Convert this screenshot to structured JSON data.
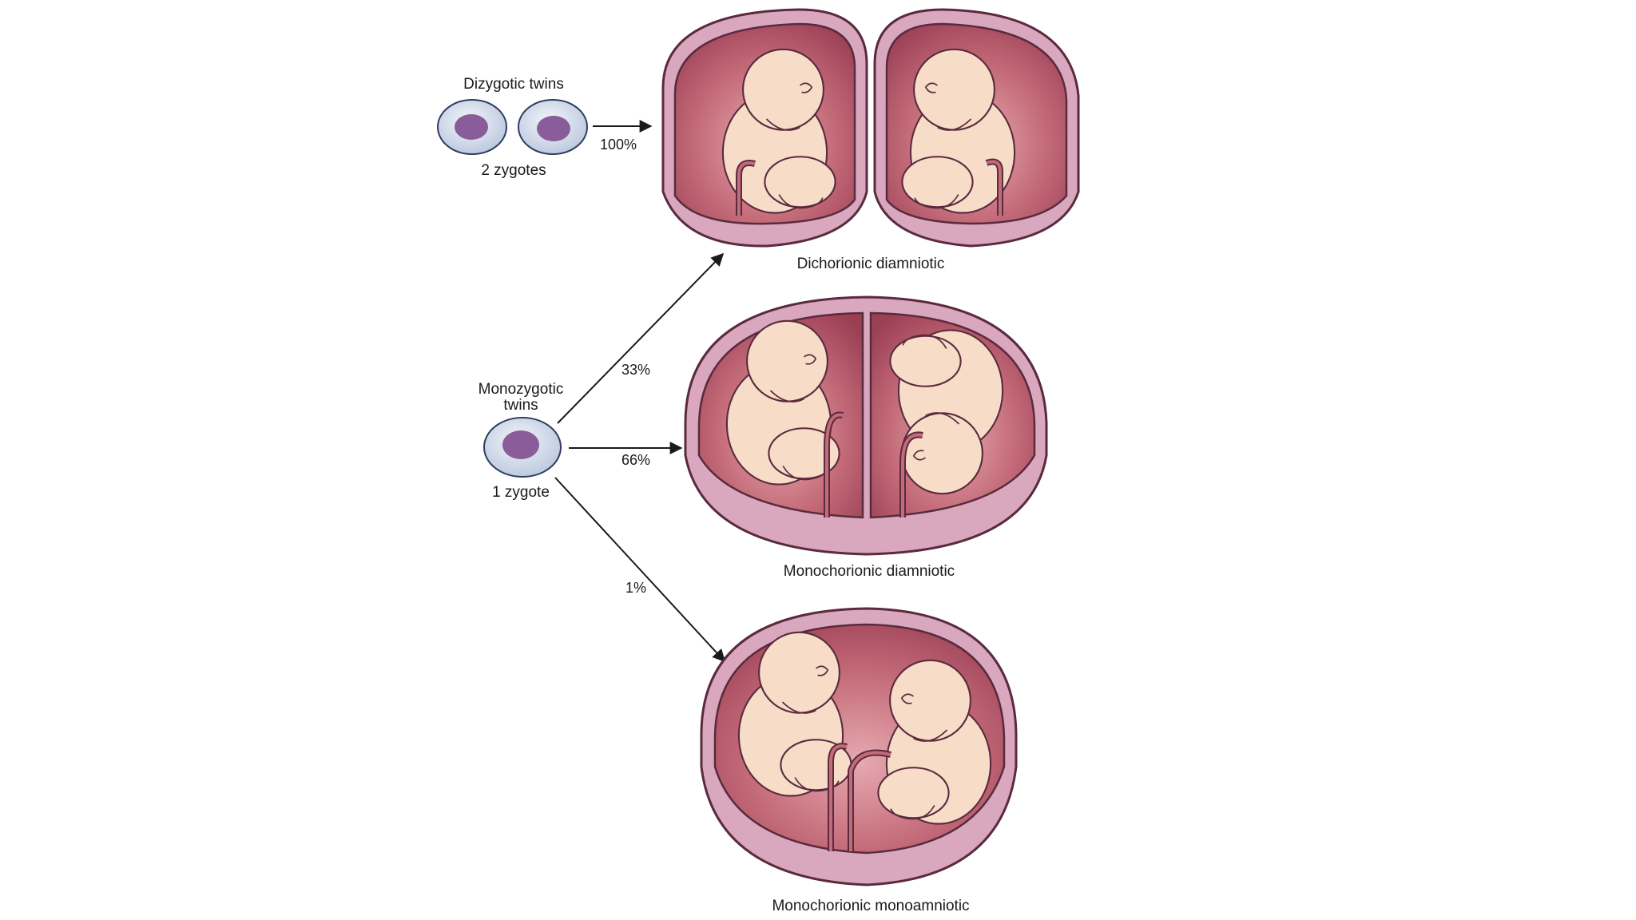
{
  "dizygotic": {
    "title": "Dizygotic twins",
    "zygote_caption": "2 zygotes",
    "percent": "100%"
  },
  "monozygotic": {
    "title_line1": "Monozygotic",
    "title_line2": "twins",
    "zygote_caption": "1 zygote",
    "percent_dcda": "33%",
    "percent_mcda": "66%",
    "percent_mcma": "1%"
  },
  "outcomes": {
    "dcda": "Dichorionic diamniotic",
    "mcda": "Monochorionic diamniotic",
    "mcma": "Monochorionic monoamniotic"
  },
  "colors": {
    "chorion_outer": "#d9a8be",
    "amnion_fill": "#b3566b",
    "amnion_light": "#d48a93",
    "outline": "#5a2a3e",
    "fetus_skin": "#f7dcc8",
    "zygote_outer": "#dbe3f0",
    "zygote_nucleus": "#8a5c9a"
  }
}
